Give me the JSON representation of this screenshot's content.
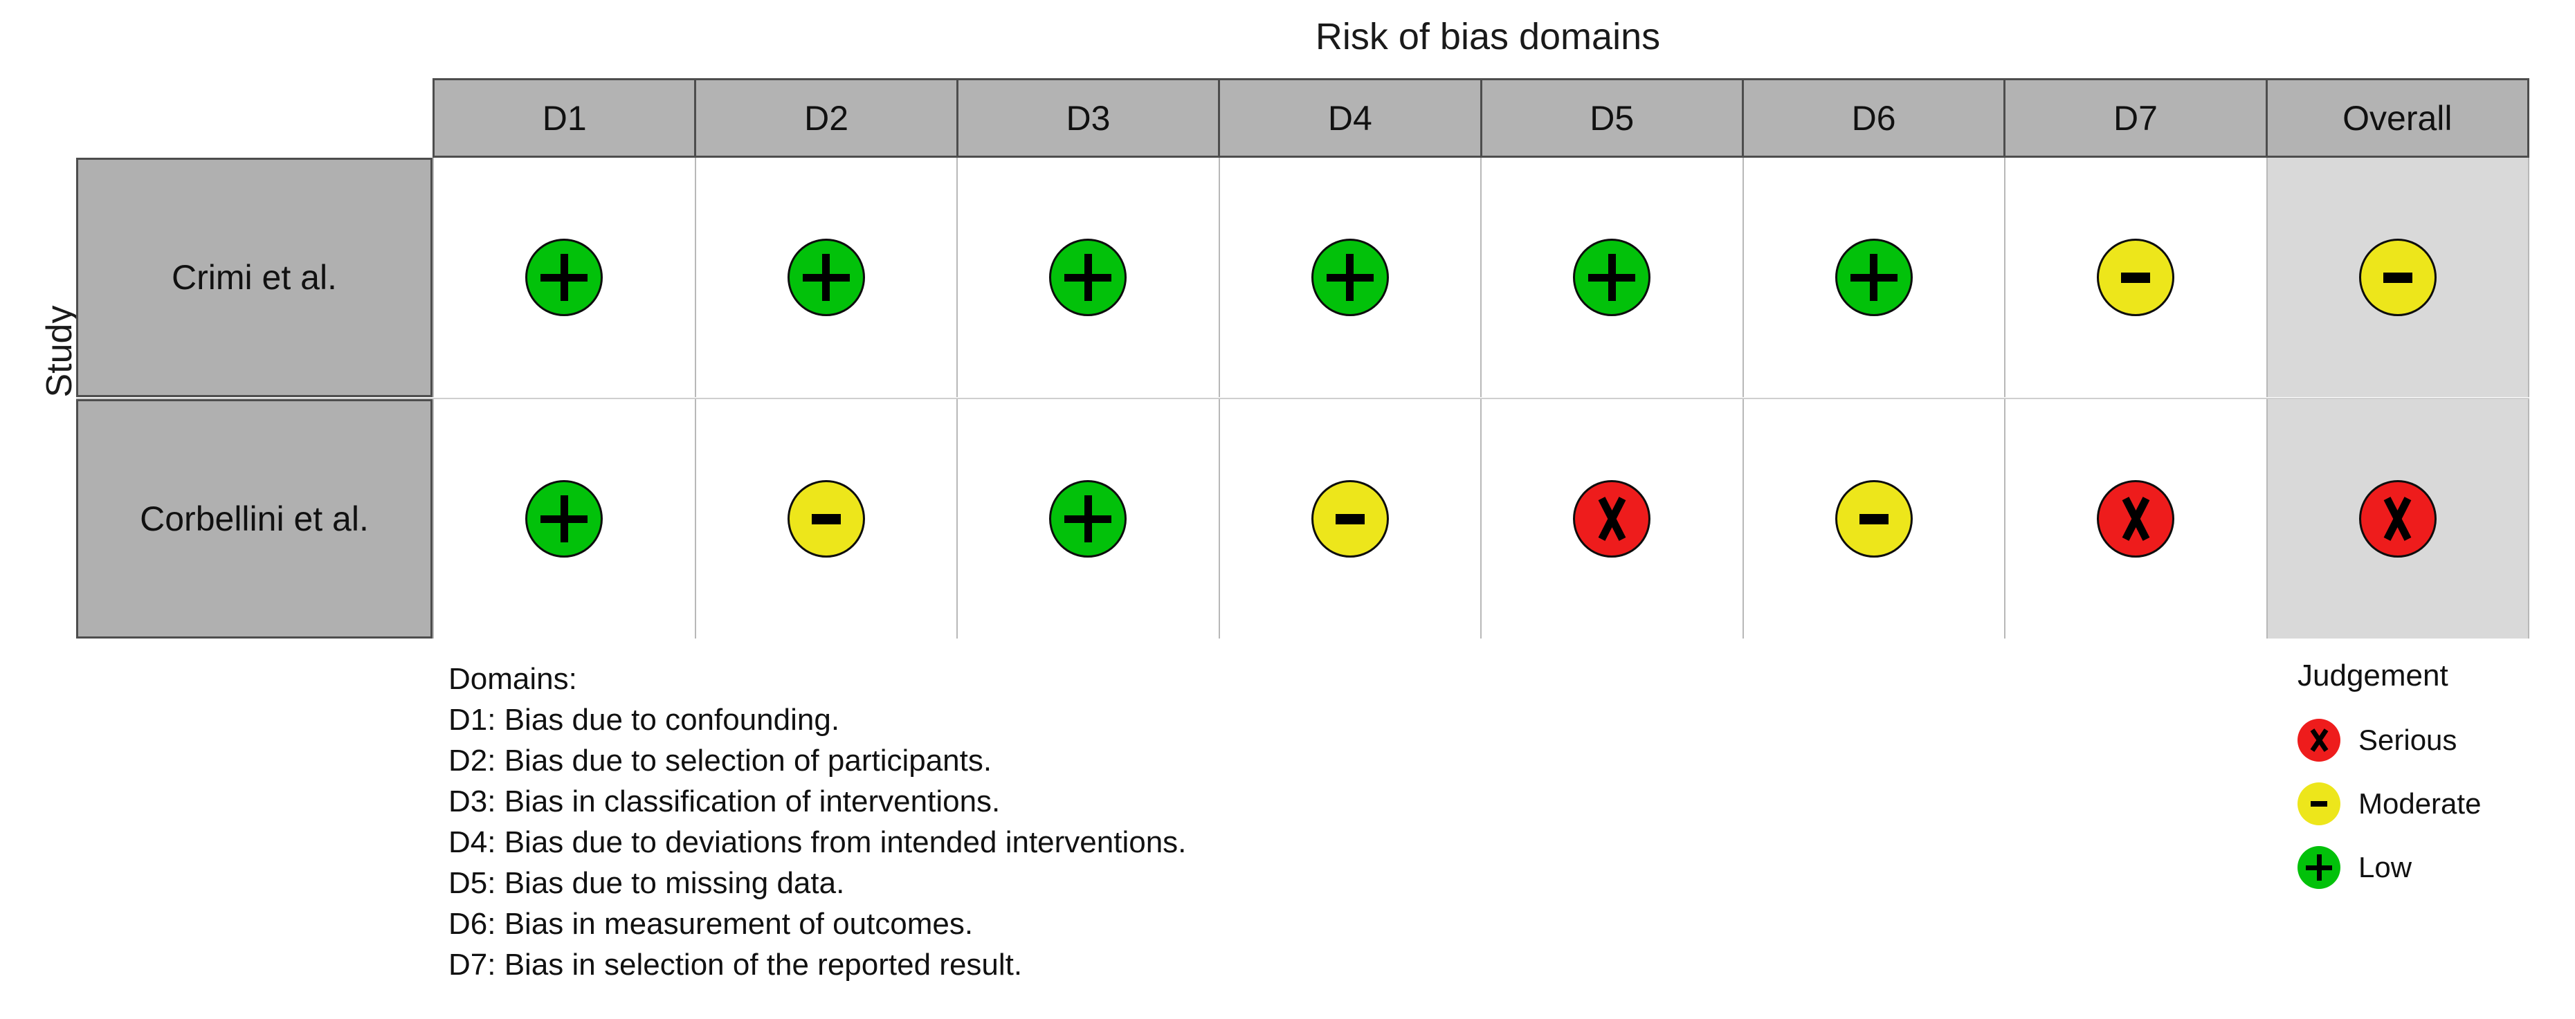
{
  "chart_data": {
    "type": "table",
    "title": "Risk of bias domains",
    "ylabel": "Study",
    "columns": [
      "D1",
      "D2",
      "D3",
      "D4",
      "D5",
      "D6",
      "D7",
      "Overall"
    ],
    "rows": [
      "Crimi et al.",
      "Corbellini et al."
    ],
    "values": [
      [
        "Low",
        "Low",
        "Low",
        "Low",
        "Low",
        "Low",
        "Moderate",
        "Moderate"
      ],
      [
        "Low",
        "Moderate",
        "Low",
        "Moderate",
        "Serious",
        "Moderate",
        "Serious",
        "Serious"
      ]
    ],
    "symbols": [
      [
        "+",
        "+",
        "+",
        "+",
        "+",
        "+",
        "-",
        "-"
      ],
      [
        "+",
        "-",
        "+",
        "-",
        "X",
        "-",
        "X",
        "X"
      ]
    ],
    "legend_position": "bottom-right",
    "grid": true,
    "colors": {
      "low": "#02c10a",
      "moderate": "#ede61b",
      "serious": "#ee1c1c",
      "header_gray": "#b3b3b3",
      "study_gray": "#b0b0b0",
      "overall_gray": "#d9d9d9"
    }
  },
  "title": "Risk of bias domains",
  "axis": {
    "study_label": "Study"
  },
  "table": {
    "headers": [
      {
        "label": "D1"
      },
      {
        "label": "D2"
      },
      {
        "label": "D3"
      },
      {
        "label": "D4"
      },
      {
        "label": "D5"
      },
      {
        "label": "D6"
      },
      {
        "label": "D7"
      },
      {
        "label": "Overall"
      }
    ],
    "rows": [
      {
        "study": "Crimi et al.",
        "cells": [
          {
            "judgement": "low",
            "symbol": "+"
          },
          {
            "judgement": "low",
            "symbol": "+"
          },
          {
            "judgement": "low",
            "symbol": "+"
          },
          {
            "judgement": "low",
            "symbol": "+"
          },
          {
            "judgement": "low",
            "symbol": "+"
          },
          {
            "judgement": "low",
            "symbol": "+"
          },
          {
            "judgement": "moderate",
            "symbol": "-"
          },
          {
            "judgement": "moderate",
            "symbol": "-"
          }
        ]
      },
      {
        "study": "Corbellini et al.",
        "cells": [
          {
            "judgement": "low",
            "symbol": "+"
          },
          {
            "judgement": "moderate",
            "symbol": "-"
          },
          {
            "judgement": "low",
            "symbol": "+"
          },
          {
            "judgement": "moderate",
            "symbol": "-"
          },
          {
            "judgement": "serious",
            "symbol": "X"
          },
          {
            "judgement": "moderate",
            "symbol": "-"
          },
          {
            "judgement": "serious",
            "symbol": "X"
          },
          {
            "judgement": "serious",
            "symbol": "X"
          }
        ]
      }
    ]
  },
  "domains_key": {
    "heading": "Domains:",
    "lines": [
      "D1: Bias due to confounding.",
      "D2: Bias due to selection of participants.",
      "D3: Bias in classification of interventions.",
      "D4: Bias due to deviations from intended interventions.",
      "D5: Bias due to missing data.",
      "D6: Bias in measurement of outcomes.",
      "D7: Bias in selection of the reported result."
    ]
  },
  "judgement_legend": {
    "title": "Judgement",
    "items": [
      {
        "key": "serious",
        "label": "Serious",
        "symbol": "X"
      },
      {
        "key": "moderate",
        "label": "Moderate",
        "symbol": "-"
      },
      {
        "key": "low",
        "label": "Low",
        "symbol": "+"
      }
    ]
  }
}
